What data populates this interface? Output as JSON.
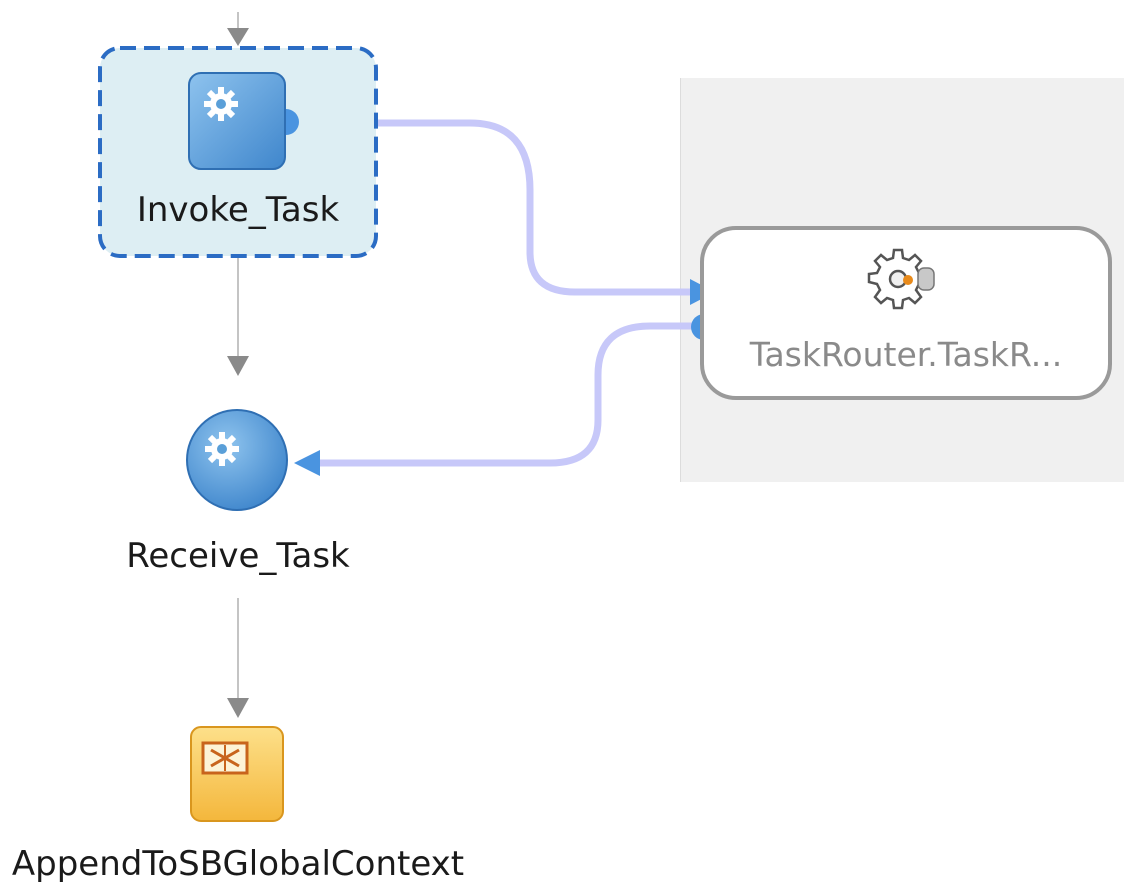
{
  "activities": {
    "invoke": {
      "label": "Invoke_Task",
      "icon": "gear-icon",
      "selected": true
    },
    "receive": {
      "label": "Receive_Task",
      "icon": "gear-icon"
    },
    "append": {
      "label": "AppendToSBGlobalContext",
      "icon": "assign-icon"
    }
  },
  "partner_link": {
    "label": "TaskRouter.TaskR...",
    "icon": "service-gear-icon"
  },
  "colors": {
    "selection": "#2b6cc4",
    "selection_fill": "#ddeef3",
    "activity_blue": "#5a9fd8",
    "wire": "#c7c8f9",
    "arrow": "#4a94e0",
    "flow_line": "#c4c4c4",
    "flow_arrow": "#8a8a8a",
    "lane_bg": "#f0f0f0",
    "assign_fill": "#f7cf5a"
  }
}
